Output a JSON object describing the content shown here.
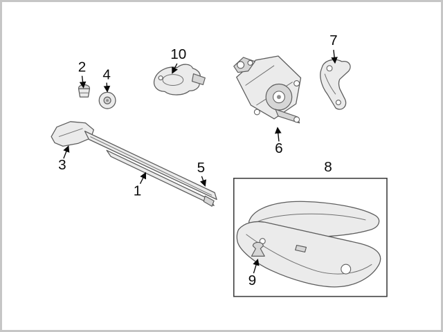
{
  "figure": {
    "type": "exploded-parts-diagram",
    "subject": "rear-wiper-components",
    "background_color": "#ffffff",
    "frame_border_color": "#c6c6c6",
    "line_color": "#5c5c5c",
    "callout_text_color": "#0a0a0a",
    "callouts": [
      {
        "label": "1",
        "part": "wiper-arm"
      },
      {
        "label": "2",
        "part": "pivot-nut"
      },
      {
        "label": "3",
        "part": "wiper-arm-head"
      },
      {
        "label": "4",
        "part": "pivot-grommet"
      },
      {
        "label": "5",
        "part": "wiper-blade"
      },
      {
        "label": "6",
        "part": "wiper-motor"
      },
      {
        "label": "7",
        "part": "motor-cover-bracket"
      },
      {
        "label": "8",
        "part": "liftgate-trim-panel-box"
      },
      {
        "label": "9",
        "part": "trim-clip"
      },
      {
        "label": "10",
        "part": "pivot-cap"
      }
    ]
  }
}
